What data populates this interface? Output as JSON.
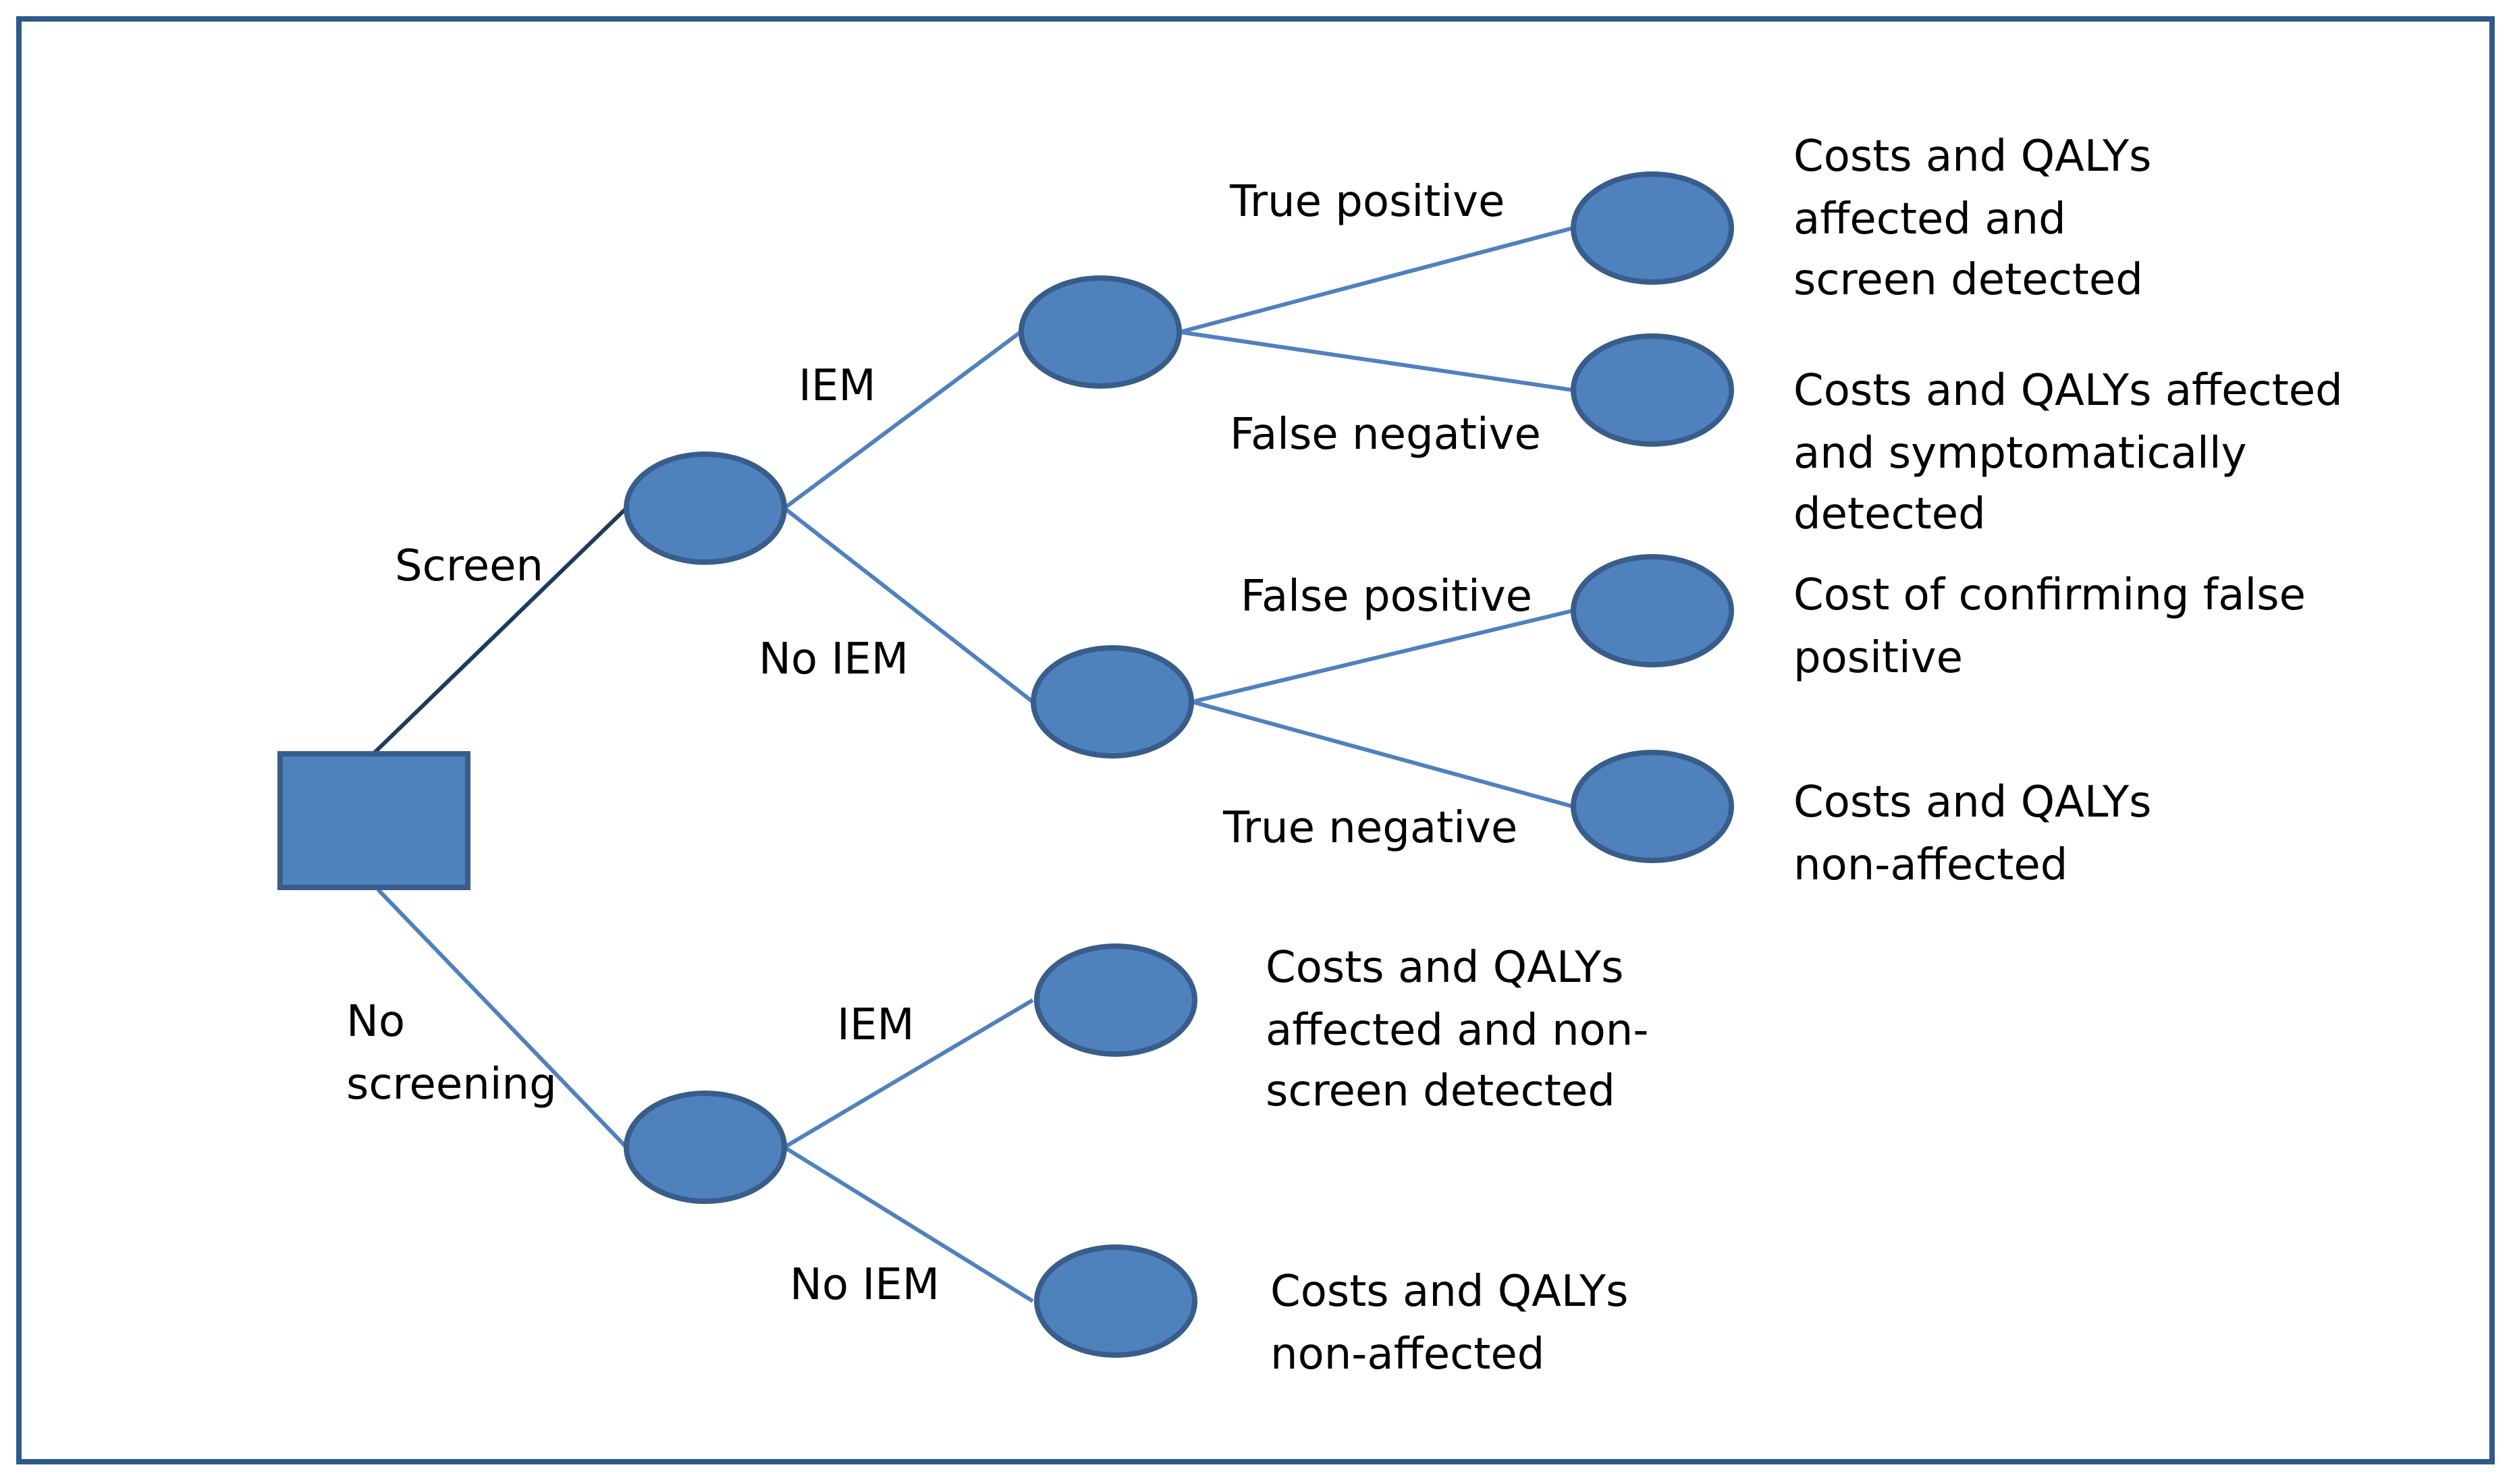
{
  "colors": {
    "frame_border": "#2e5a8a",
    "node_fill": "#4f81bd",
    "node_stroke": "#385d8a",
    "edge": "#4f81bd",
    "edge_dark": "#1f3a5c"
  },
  "branches": {
    "screen": "Screen",
    "no_screening": [
      "No",
      "screening"
    ],
    "iem_upper": "IEM",
    "no_iem_upper": "No IEM",
    "iem_lower": "IEM",
    "no_iem_lower": "No IEM",
    "true_positive": "True positive",
    "false_negative": "False negative",
    "false_positive": "False positive",
    "true_negative": "True negative"
  },
  "outcomes": {
    "tp": [
      "Costs and QALYs",
      "affected and",
      "screen detected"
    ],
    "fn": [
      "Costs and QALYs affected",
      "and symptomatically",
      "detected"
    ],
    "fp": [
      "Cost of confirming false",
      "positive"
    ],
    "tn": [
      "Costs and QALYs",
      "non-affected"
    ],
    "ns_iem": [
      "Costs and QALYs",
      "affected and non-",
      "screen detected"
    ],
    "ns_no_iem": [
      "Costs and QALYs",
      "non-affected"
    ]
  }
}
